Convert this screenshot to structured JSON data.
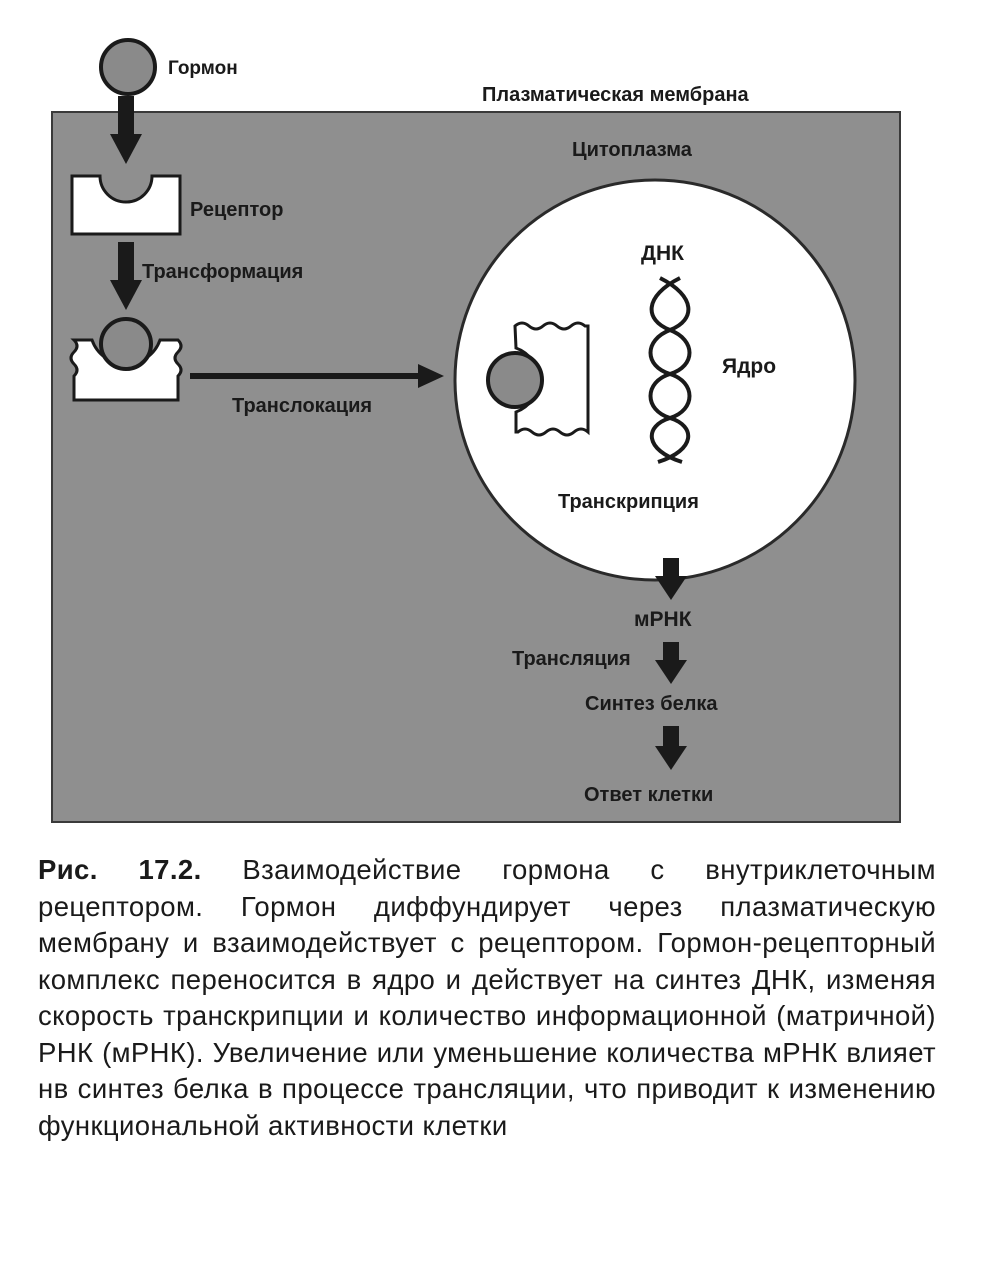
{
  "diagram": {
    "labels": {
      "hormone": "Гормон",
      "plasma_membrane": "Плазматическая мембрана",
      "cytoplasm": "Цитоплазма",
      "receptor": "Рецептор",
      "transformation": "Трансформация",
      "translocation": "Транслокация",
      "dna": "ДНК",
      "nucleus": "Ядро",
      "transcription": "Транскрипция",
      "mrna": "мРНК",
      "translation": "Трансляция",
      "protein_synthesis": "Синтез белка",
      "cell_response": "Ответ клетки"
    },
    "colors": {
      "cell_fill": "#8f8f8f",
      "nucleus_fill": "#ffffff",
      "ink": "#1a1a1a"
    }
  },
  "caption": {
    "figure_number": "Рис. 17.2.",
    "text": "Взаимодействие гормона с внутриклеточным рецептором. Гормон диффундирует через плазматическую мембрану и взаимодействует с рецептором. Гормон-рецепторный комплекс переносится в ядро и действует на синтез ДНК, изменяя скорость транскрипции и количество информационной (матричной) РНК (мРНК). Увеличение или уменьшение количества мРНК влияет нв синтез белка в процессе трансляции, что приводит к изменению функциональной активности клетки"
  }
}
